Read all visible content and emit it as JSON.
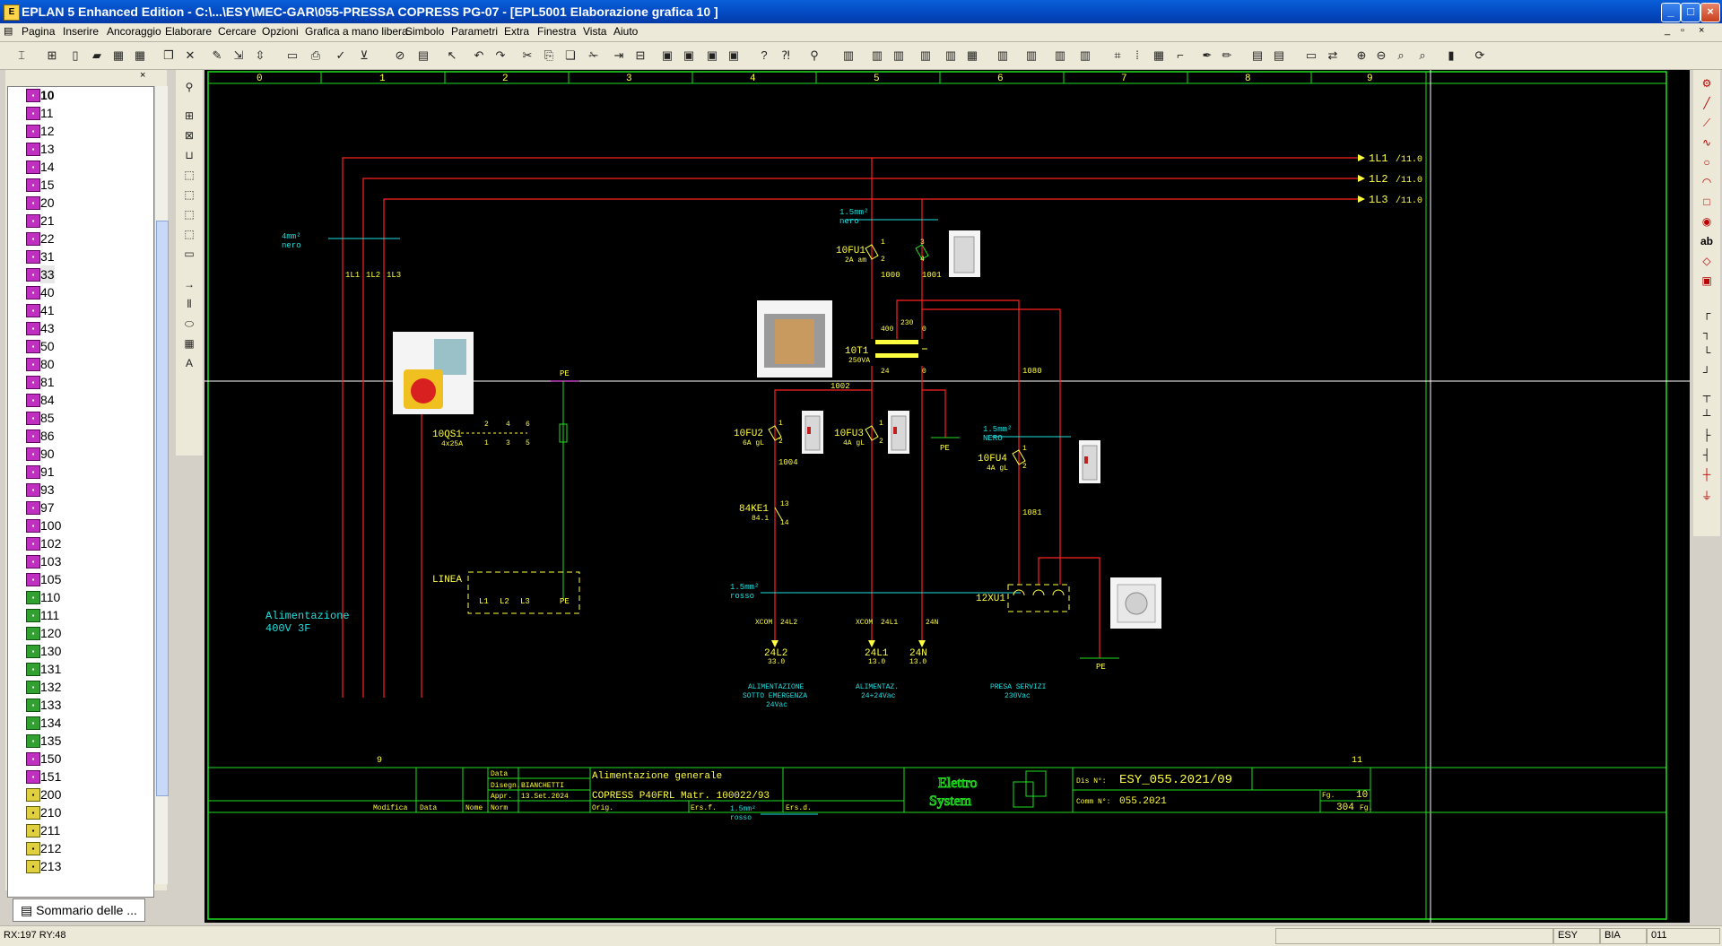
{
  "window": {
    "title": "EPLAN 5 Enhanced Edition - C:\\...\\ESY\\MEC-GAR\\055-PRESSA COPRESS PG-07 - [EPL5001 Elaborazione grafica 10   ]",
    "minimize": "_",
    "maximize": "□",
    "close": "×"
  },
  "menu": {
    "items": [
      "Pagina",
      "Inserire",
      "Ancoraggio",
      "Elaborare",
      "Cercare",
      "Opzioni",
      "Grafica a mano libera",
      "Simbolo",
      "Parametri",
      "Extra",
      "Finestra",
      "Vista",
      "Aiuto"
    ],
    "mdi_controls": [
      "_",
      "▫",
      "×"
    ]
  },
  "sidebar": {
    "pages": [
      {
        "label": "10",
        "color": "magenta",
        "bold": true
      },
      {
        "label": "11",
        "color": "magenta"
      },
      {
        "label": "12",
        "color": "magenta"
      },
      {
        "label": "13",
        "color": "magenta"
      },
      {
        "label": "14",
        "color": "magenta"
      },
      {
        "label": "15",
        "color": "magenta"
      },
      {
        "label": "20",
        "color": "magenta"
      },
      {
        "label": "21",
        "color": "magenta"
      },
      {
        "label": "22",
        "color": "magenta"
      },
      {
        "label": "31",
        "color": "magenta"
      },
      {
        "label": "33",
        "color": "magenta"
      },
      {
        "label": "40",
        "color": "magenta"
      },
      {
        "label": "41",
        "color": "magenta"
      },
      {
        "label": "43",
        "color": "magenta"
      },
      {
        "label": "50",
        "color": "magenta"
      },
      {
        "label": "80",
        "color": "magenta"
      },
      {
        "label": "81",
        "color": "magenta"
      },
      {
        "label": "84",
        "color": "magenta"
      },
      {
        "label": "85",
        "color": "magenta"
      },
      {
        "label": "86",
        "color": "magenta"
      },
      {
        "label": "90",
        "color": "magenta"
      },
      {
        "label": "91",
        "color": "magenta"
      },
      {
        "label": "93",
        "color": "magenta"
      },
      {
        "label": "97",
        "color": "magenta"
      },
      {
        "label": "100",
        "color": "magenta"
      },
      {
        "label": "102",
        "color": "magenta"
      },
      {
        "label": "103",
        "color": "magenta"
      },
      {
        "label": "105",
        "color": "magenta"
      },
      {
        "label": "110",
        "color": "green"
      },
      {
        "label": "111",
        "color": "green"
      },
      {
        "label": "120",
        "color": "green"
      },
      {
        "label": "130",
        "color": "green"
      },
      {
        "label": "131",
        "color": "green"
      },
      {
        "label": "132",
        "color": "green"
      },
      {
        "label": "133",
        "color": "green"
      },
      {
        "label": "134",
        "color": "green"
      },
      {
        "label": "135",
        "color": "green"
      },
      {
        "label": "150",
        "color": "magenta"
      },
      {
        "label": "151",
        "color": "magenta"
      },
      {
        "label": "200",
        "color": "yellow"
      },
      {
        "label": "210",
        "color": "yellow"
      },
      {
        "label": "211",
        "color": "yellow"
      },
      {
        "label": "212",
        "color": "yellow"
      },
      {
        "label": "213",
        "color": "yellow"
      }
    ],
    "tab_label": "Sommario delle ..."
  },
  "schematic": {
    "columns": [
      "0",
      "1",
      "2",
      "3",
      "4",
      "5",
      "6",
      "7",
      "8",
      "9"
    ],
    "bus": [
      {
        "label": "1L1",
        "ref": "/11.0"
      },
      {
        "label": "1L2",
        "ref": "/11.0"
      },
      {
        "label": "1L3",
        "ref": "/11.0"
      }
    ],
    "texts": {
      "cable1_size": "4mm²",
      "cable1_color": "nero",
      "wire_1l1": "1L1",
      "wire_1l2": "1L2",
      "wire_1l3": "1L3",
      "cable2_size": "1.5mm²",
      "cable2_color": "nero",
      "fu1_name": "10FU1",
      "fu1_rating": "2A am",
      "fu1_t1": "1",
      "fu1_t2": "2",
      "fu1_t3": "3",
      "fu1_t4": "4",
      "wire_1000": "1000",
      "wire_1001": "1001",
      "t1_400": "400",
      "t1_230": "230",
      "t1_0a": "0",
      "t1_24": "24",
      "t1_0b": "0",
      "t1_name": "10T1",
      "t1_rating": "250VA",
      "wire_1080": "1080",
      "wire_1002": "1002",
      "pe_top": "PE",
      "qs1_name": "10QS1",
      "qs1_rating": "4x25A",
      "qs1_t2": "2",
      "qs1_t4": "4",
      "qs1_t6": "6",
      "qs1_t1": "1",
      "qs1_t3": "3",
      "qs1_t5": "5",
      "fu2_name": "10FU2",
      "fu2_rating": "6A gL",
      "fu2_t1": "1",
      "fu2_t2": "2",
      "wire_1004": "1004",
      "fu3_name": "10FU3",
      "fu3_rating": "4A gL",
      "fu3_t1": "1",
      "fu3_t2": "2",
      "pe_fu3": "PE",
      "cable3_size": "1.5mm²",
      "cable3_color": "NERO",
      "fu4_name": "10FU4",
      "fu4_rating": "4A gL",
      "fu4_t1": "1",
      "fu4_t2": "2",
      "wire_1081": "1081",
      "ke1_name": "84KE1",
      "ke1_ref": "84.1",
      "ke1_t13": "13",
      "ke1_t14": "14",
      "linea": "LINEA",
      "linea_l1": "L1",
      "linea_l2": "L2",
      "linea_l3": "L3",
      "linea_pe": "PE",
      "cable4_size": "1.5mm²",
      "cable4_color": "rosso",
      "xu1_name": "12XU1",
      "xcom1": "XCOM",
      "xcom1_pin": "24L2",
      "xcom2": "XCOM",
      "xcom2_pin": "24L1",
      "x24n_pin": "24N",
      "pe_socket": "PE",
      "out1_name": "24L2",
      "out1_ref": "33.0",
      "out2_name": "24L1",
      "out2_ref": "13.0",
      "out3_name": "24N",
      "out3_ref": "13.0",
      "desc_main1": "Alimentazione",
      "desc_main2": "400V 3F",
      "desc_emerg1": "ALIMENTAZIONE",
      "desc_emerg2": "SOTTO EMERGENZA",
      "desc_emerg3": "24Vac",
      "desc_alim1": "ALIMENTAZ.",
      "desc_alim2": "24+24Vac",
      "desc_presa1": "PRESA SERVIZI",
      "desc_presa2": "230Vac",
      "page_prev": "9",
      "page_next": "11"
    },
    "titleblock": {
      "lbl_data": "Data",
      "lbl_disegn": "Disegn.",
      "val_disegn": "BIANCHETTI",
      "lbl_appr": "Appr.",
      "val_appr": "13.Set.2024",
      "lbl_modifica": "Modifica",
      "lbl_data2": "Data",
      "lbl_nome": "Nome",
      "lbl_norm": "Norm",
      "title1": "Alimentazione generale",
      "title2": "COPRESS P40FRL Matr. 100022/93",
      "lbl_orig": "Orig.",
      "lbl_ersf": "Ers.f.",
      "lbl_ersd": "Ers.d.",
      "under_size": "1.5mm²",
      "under_color": "rosso",
      "logo1": "Elettro",
      "logo2": "System",
      "lbl_dis": "Dis N°:",
      "val_dis": "ESY_055.2021/09",
      "lbl_comm": "Comm N°:",
      "val_comm": "055.2021",
      "lbl_fg": "Fg.",
      "val_fg": "10",
      "val_total": "304",
      "lbl_fg2": "Fg."
    }
  },
  "status": {
    "coords": "RX:197 RY:48",
    "s1": "ESY",
    "s2": "BIA",
    "s3": "011"
  },
  "colors": {
    "wire": "#ff2020",
    "text": "#ffff40",
    "cyan": "#20e0e0",
    "green": "#20c020",
    "frame": "#20e020",
    "background": "#000000"
  }
}
